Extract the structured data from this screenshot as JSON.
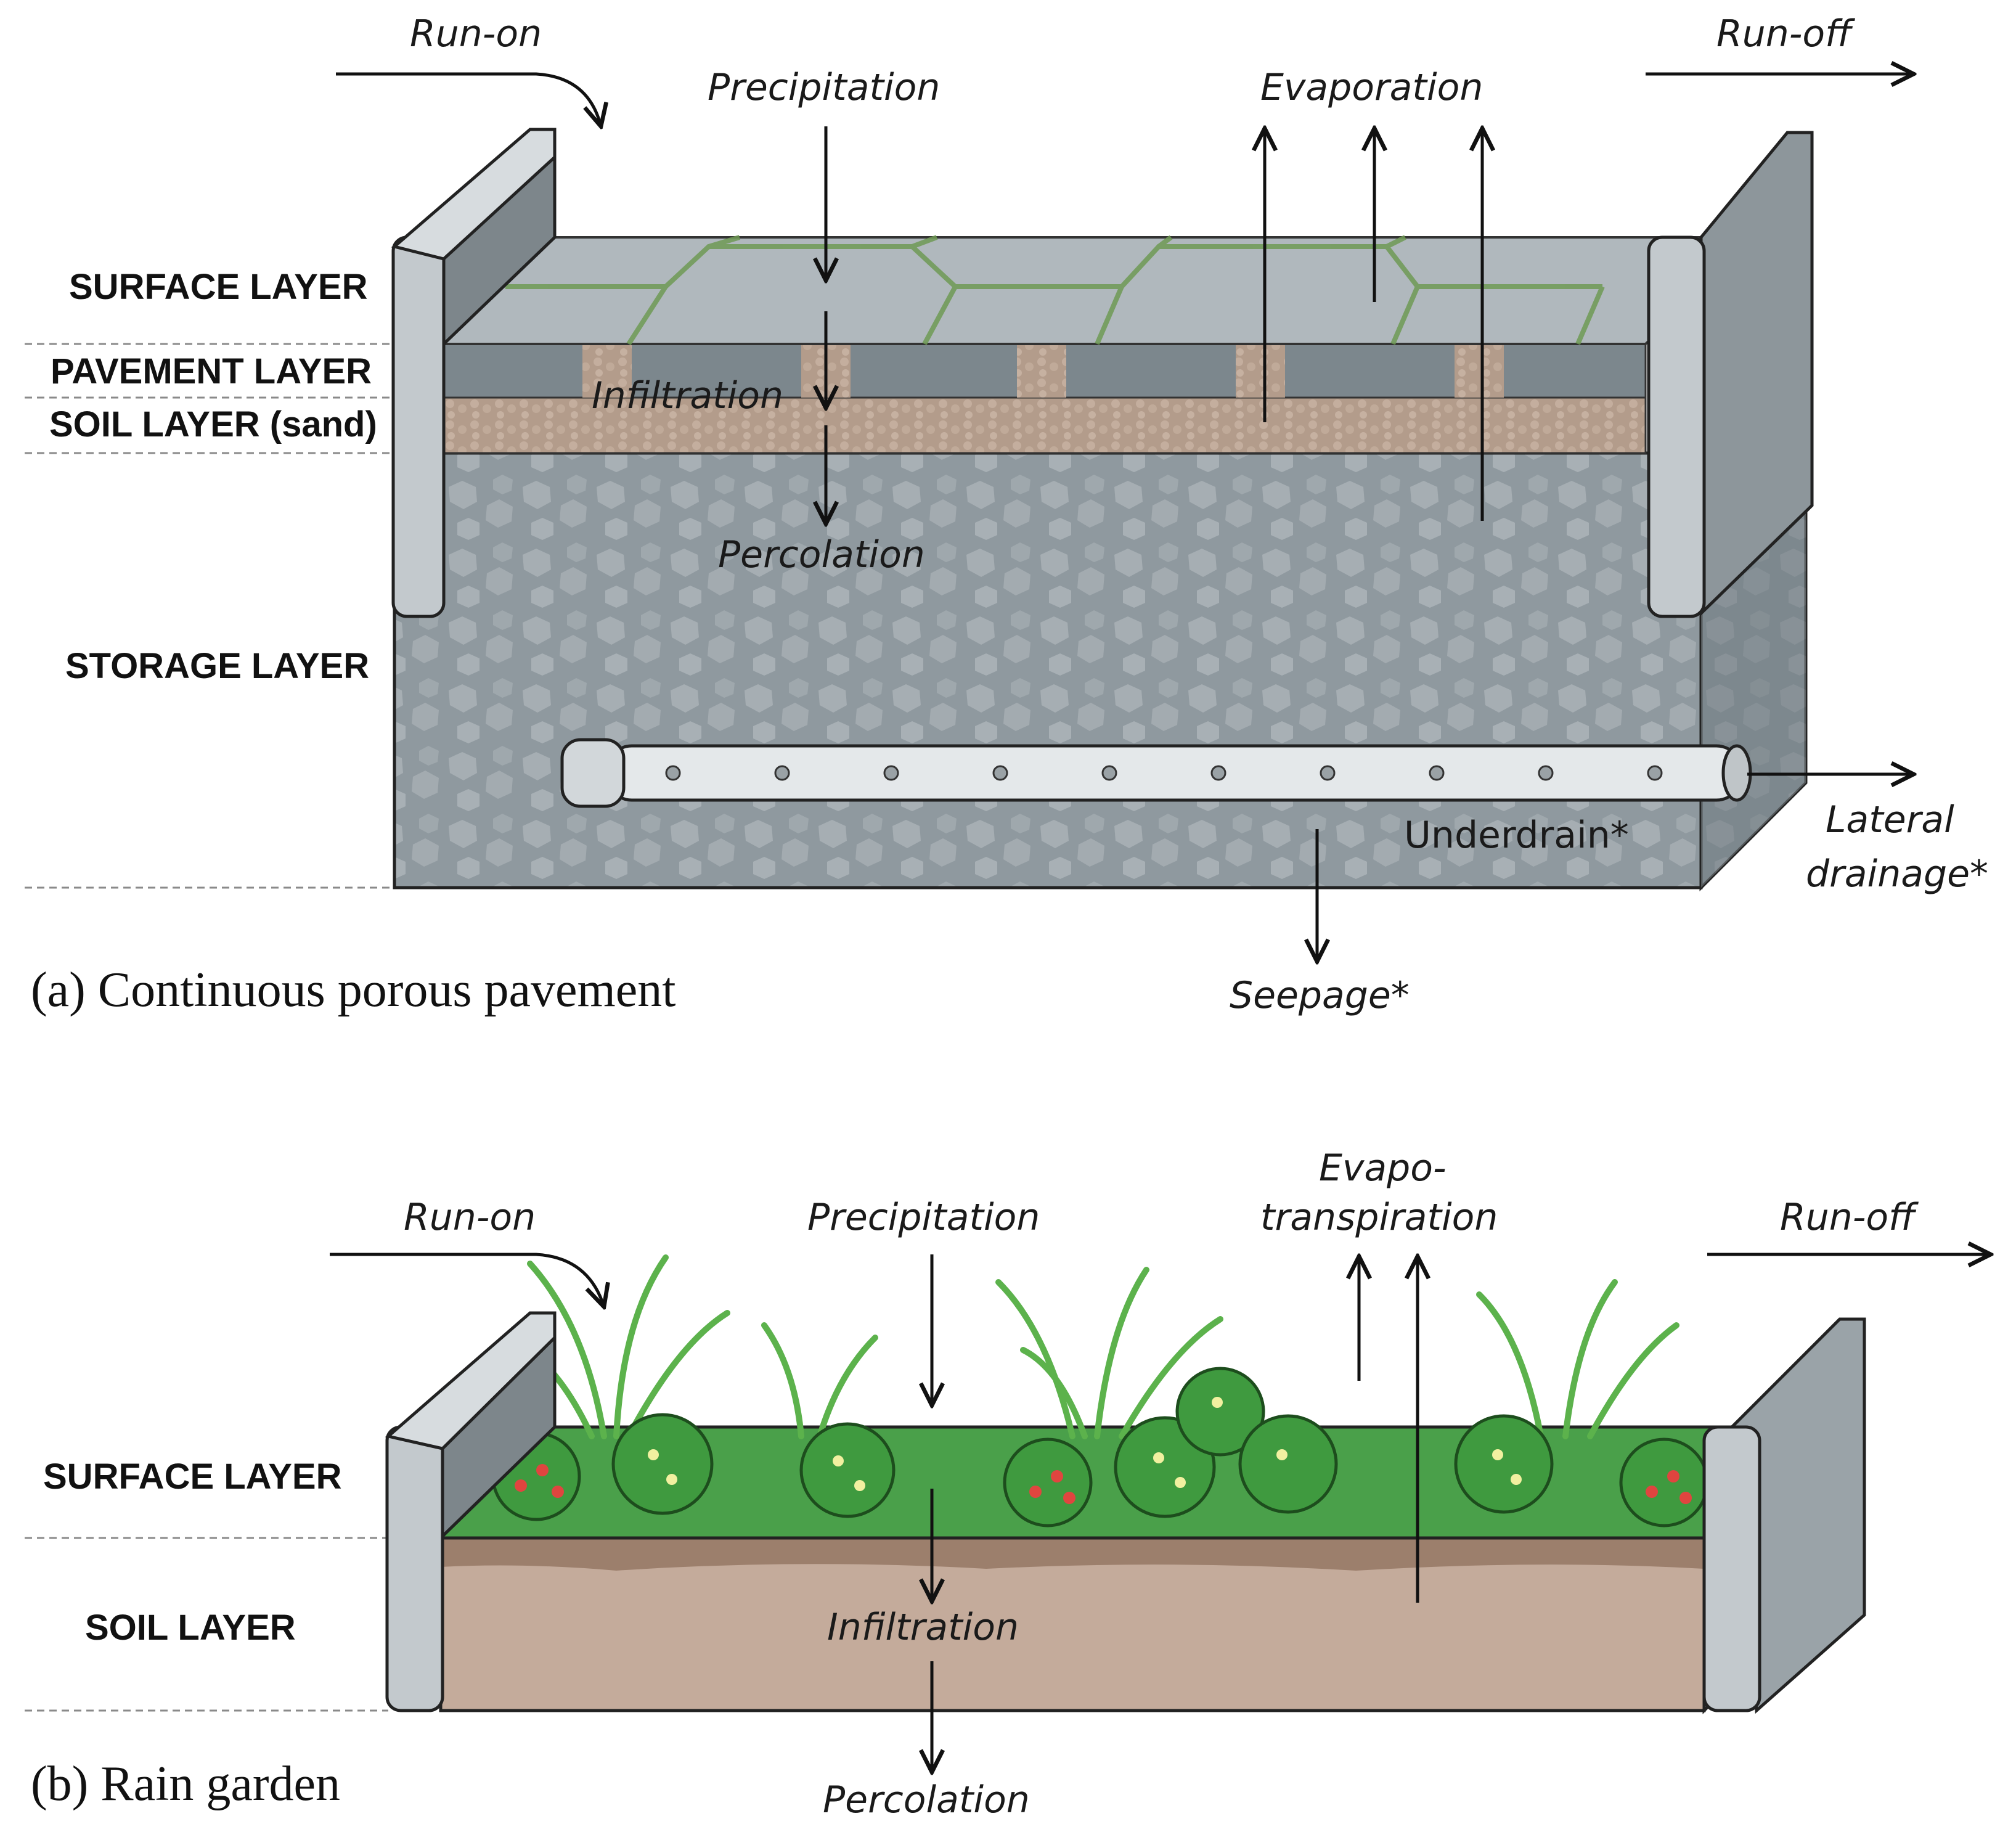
{
  "panel_a": {
    "caption": "(a) Continuous porous pavement",
    "layers": {
      "surface": "SURFACE LAYER",
      "pavement": "PAVEMENT LAYER",
      "soil": "SOIL LAYER (sand)",
      "storage": "STORAGE LAYER"
    },
    "flows": {
      "run_on": "Run-on",
      "run_off": "Run-off",
      "precipitation": "Precipitation",
      "evaporation": "Evaporation",
      "infiltration": "Infiltration",
      "percolation": "Percolation",
      "underdrain": "Underdrain*",
      "lateral_1": "Lateral",
      "lateral_2": "drainage*",
      "seepage": "Seepage*"
    }
  },
  "panel_b": {
    "caption": "(b) Rain garden",
    "layers": {
      "surface": "SURFACE LAYER",
      "soil": "SOIL LAYER"
    },
    "flows": {
      "run_on": "Run-on",
      "run_off": "Run-off",
      "precipitation": "Precipitation",
      "evapo_1": "Evapo-",
      "evapo_2": "transpiration",
      "infiltration": "Infiltration",
      "percolation": "Percolation"
    }
  },
  "colors": {
    "storage": "#9aa3a8",
    "sand": "#b8a190",
    "paver": "#a9b2b8",
    "curb": "#c3c9cd",
    "grass": "#4aa04a",
    "soil_b": "#c4ab9b"
  }
}
